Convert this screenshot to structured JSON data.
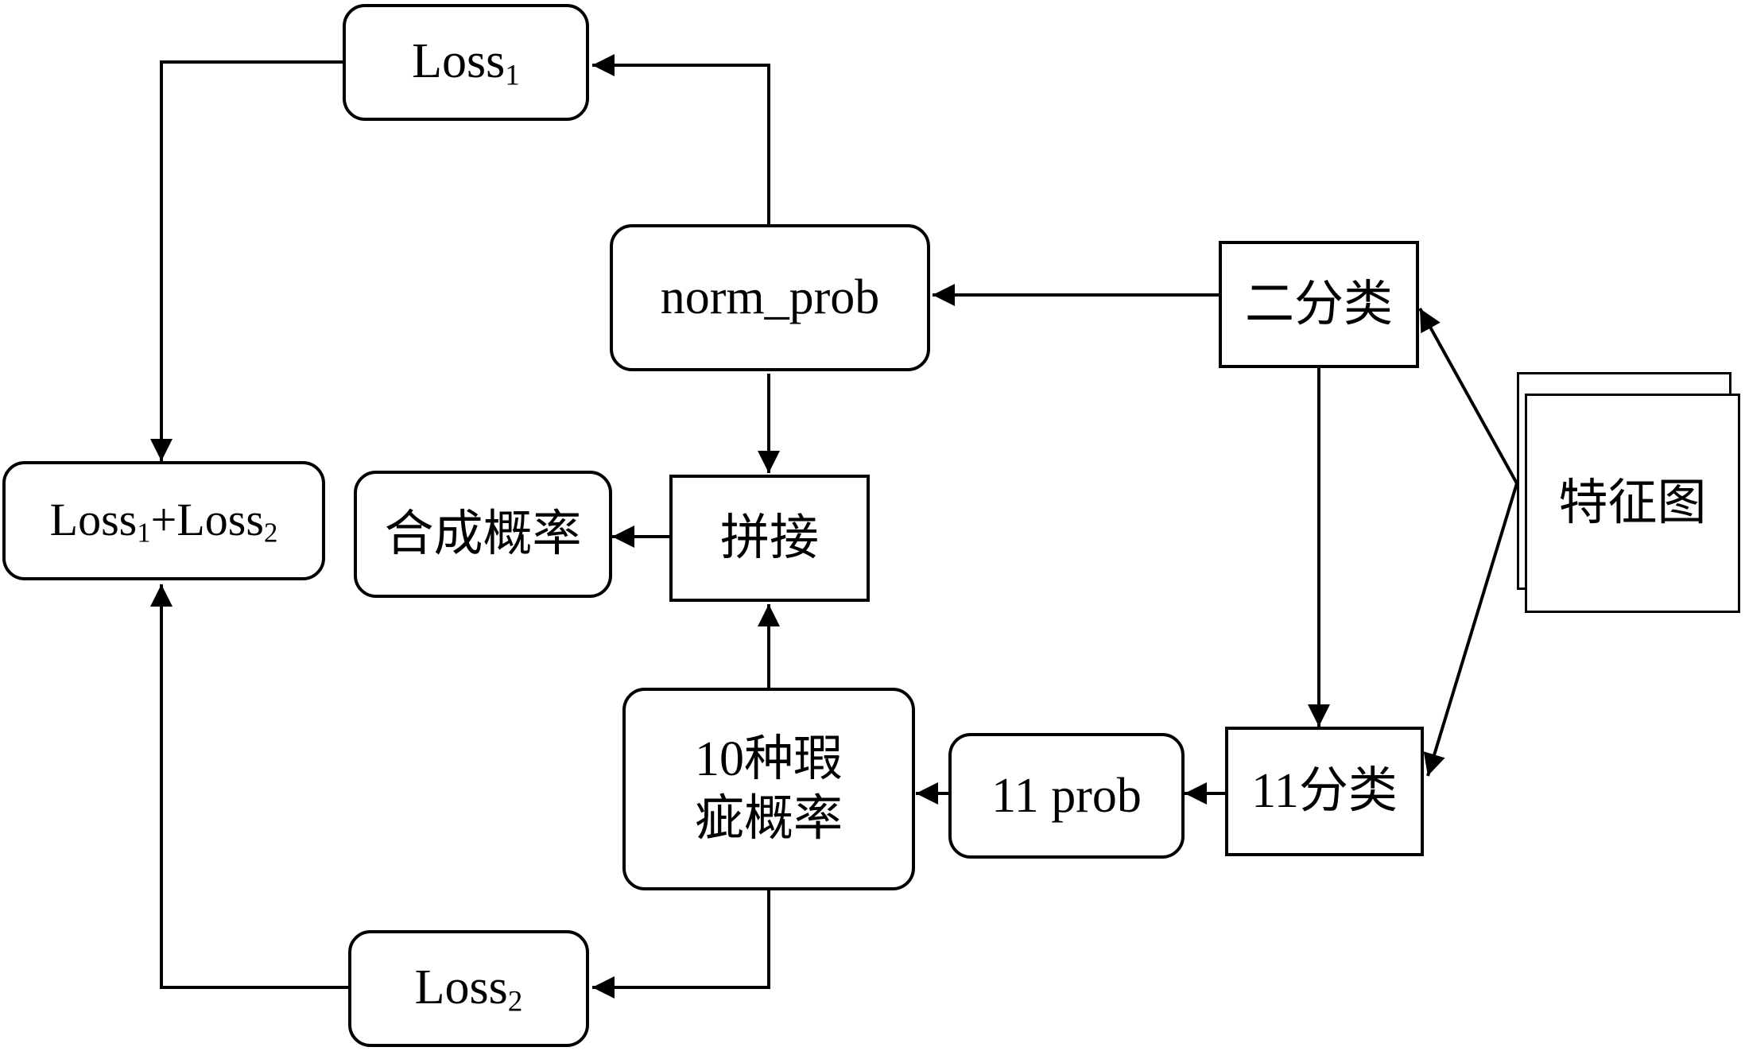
{
  "diagram": {
    "nodes": {
      "loss1": {
        "base": "Loss",
        "sub": "1"
      },
      "loss_sum": {
        "a": "Loss",
        "a_sub": "1",
        "plus": "+",
        "b": "Loss",
        "b_sub": "2"
      },
      "loss2": {
        "base": "Loss",
        "sub": "2"
      },
      "norm_prob": "norm_prob",
      "concat": "拼接",
      "combined_prob": "合成概率",
      "defect_prob_line1": "10种瑕",
      "defect_prob_line2": "疵概率",
      "prob11": "11 prob",
      "binary_cls": "二分类",
      "cls11": "11分类",
      "feature_map": "特征图"
    },
    "colors": {
      "stroke": "#000000",
      "background": "#ffffff"
    }
  }
}
